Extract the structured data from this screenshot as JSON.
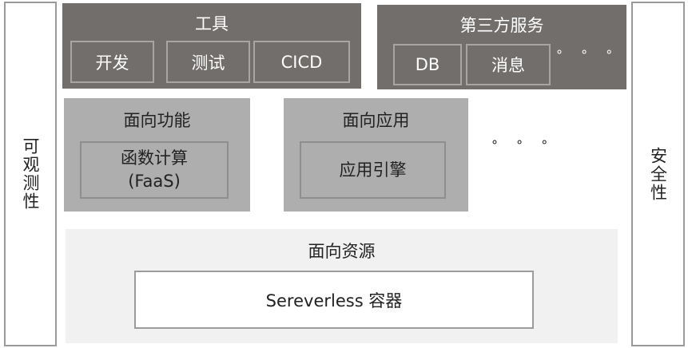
{
  "left_side": {
    "label": "可观测性"
  },
  "right_side": {
    "label": "安全性"
  },
  "tools": {
    "title": "工具",
    "items": [
      "开发",
      "测试",
      "CICD"
    ]
  },
  "third_party": {
    "title": "第三方服务",
    "items": [
      "DB",
      "消息"
    ],
    "more": "∘ ∘ ∘"
  },
  "function_oriented": {
    "title": "面向功能",
    "item_line1": "函数计算",
    "item_line2": "(FaaS)"
  },
  "app_oriented": {
    "title": "面向应用",
    "item": "应用引擎"
  },
  "middle_more": "∘ ∘ ∘",
  "resource_oriented": {
    "title": "面向资源",
    "item": "Sereverless 容器"
  }
}
